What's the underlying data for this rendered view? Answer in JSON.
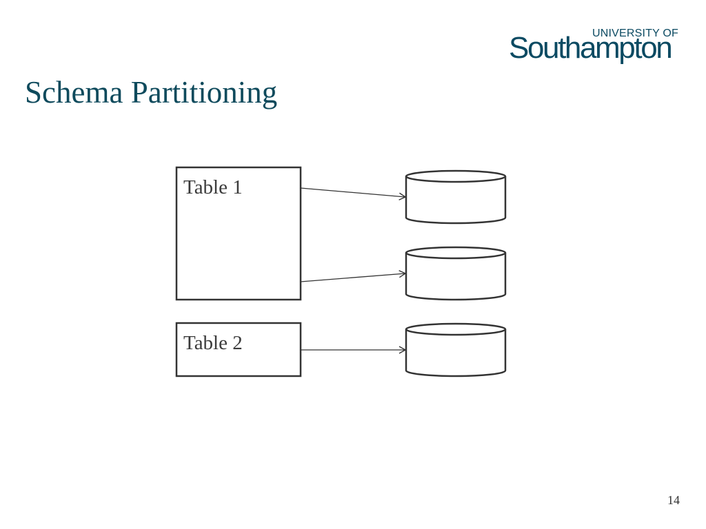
{
  "slide": {
    "title": "Schema Partitioning",
    "page_number": "14"
  },
  "logo": {
    "top_text": "UNIVERSITY OF",
    "main_text": "Southampton",
    "color": "#0b4a62"
  },
  "diagram": {
    "tables": [
      {
        "label": "Table 1"
      },
      {
        "label": "Table 2"
      }
    ],
    "databases": 3,
    "connections": [
      {
        "from": "Table 1",
        "to": "database 1"
      },
      {
        "from": "Table 1",
        "to": "database 2"
      },
      {
        "from": "Table 2",
        "to": "database 3"
      }
    ]
  },
  "colors": {
    "title": "#0e4a5c",
    "stroke": "#333333"
  }
}
